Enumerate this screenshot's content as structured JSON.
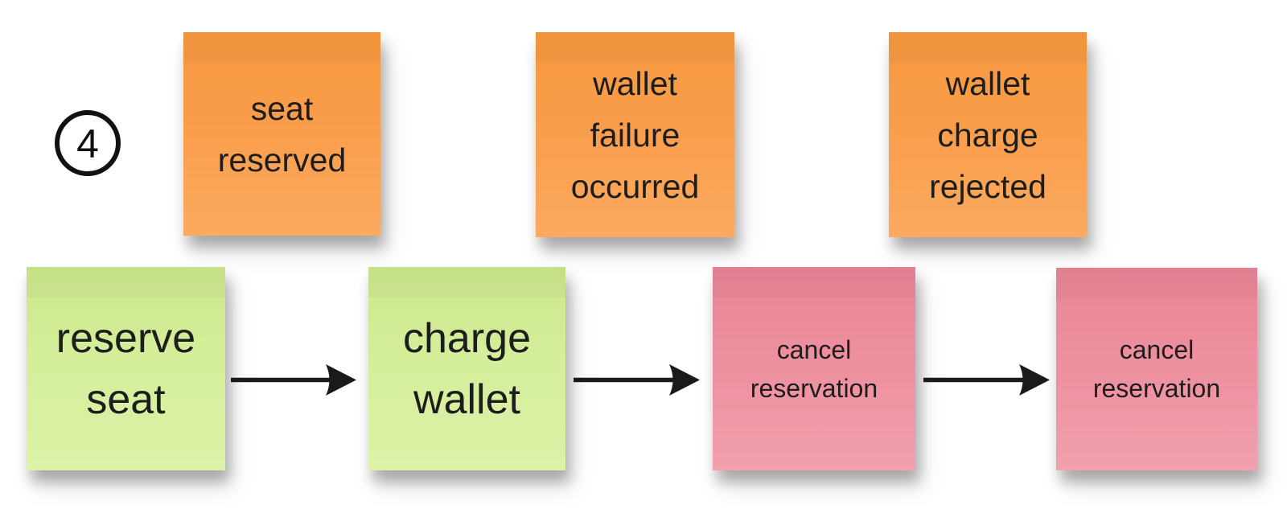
{
  "canvas": {
    "background": "#ffffff"
  },
  "step_marker": {
    "label": "4"
  },
  "colors": {
    "orange_note": "#f99d4b",
    "green_note": "#d6ef9d",
    "pink_note": "#ee92a0",
    "note_text": "#1d1d1d",
    "arrow": "#1a1a1a",
    "step_circle": "#111111"
  },
  "notes": [
    {
      "id": "seat-reserved",
      "color": "orange",
      "text": "seat reserved",
      "lines": [
        "seat",
        "reserved"
      ]
    },
    {
      "id": "wallet-failure-occurred",
      "color": "orange",
      "text": "wallet failure occurred",
      "lines": [
        "wallet",
        "failure",
        "occurred"
      ]
    },
    {
      "id": "wallet-charge-rejected",
      "color": "orange",
      "text": "wallet charge rejected",
      "lines": [
        "wallet",
        "charge",
        "rejected"
      ]
    },
    {
      "id": "reserve-seat",
      "color": "green",
      "text": "reserve seat",
      "lines": [
        "reserve",
        "seat"
      ]
    },
    {
      "id": "charge-wallet",
      "color": "green",
      "text": "charge wallet",
      "lines": [
        "charge",
        "wallet"
      ]
    },
    {
      "id": "cancel-reservation-1",
      "color": "pink",
      "text": "cancel reservation",
      "lines": [
        "cancel",
        "reservation"
      ]
    },
    {
      "id": "cancel-reservation-2",
      "color": "pink",
      "text": "cancel reservation",
      "lines": [
        "cancel",
        "reservation"
      ]
    }
  ],
  "arrows": [
    {
      "from": "reserve-seat",
      "to": "charge-wallet"
    },
    {
      "from": "charge-wallet",
      "to": "cancel-reservation-1"
    },
    {
      "from": "cancel-reservation-1",
      "to": "cancel-reservation-2"
    }
  ]
}
